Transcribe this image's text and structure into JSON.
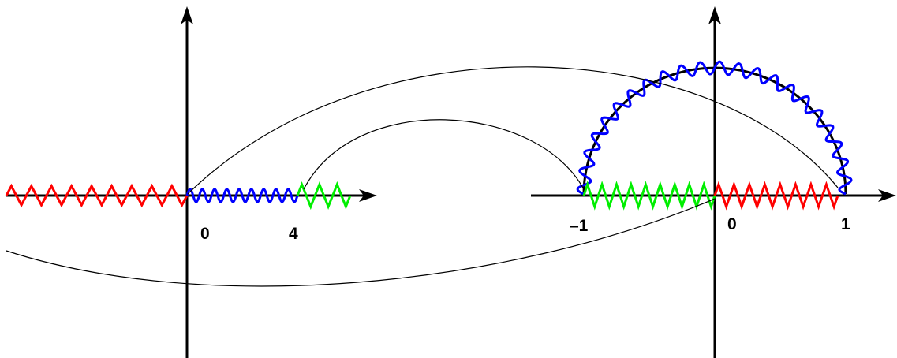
{
  "left_plane": {
    "labels": {
      "zero": "0",
      "four": "4"
    }
  },
  "right_plane": {
    "labels": {
      "minus_one": "–1",
      "zero": "0",
      "one": "1"
    }
  },
  "colors": {
    "axes": "#000000",
    "red_segment": "#ff0000",
    "blue_segment": "#0000ff",
    "green_segment": "#00ee00",
    "mapping_curves": "#000000"
  }
}
